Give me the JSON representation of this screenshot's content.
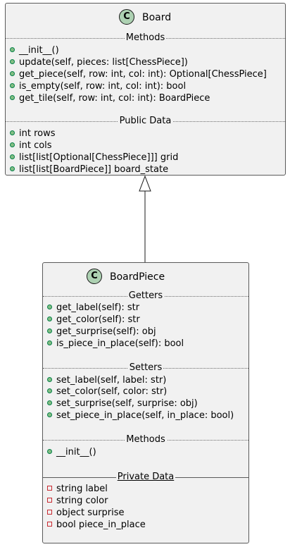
{
  "board": {
    "name": "Board",
    "stereotype_letter": "C",
    "sections": [
      {
        "label": "Methods",
        "members": [
          "__init__()",
          "update(self, pieces: list[ChessPiece])",
          "get_piece(self, row: int, col: int): Optional[ChessPiece]",
          "is_empty(self, row: int, col: int): bool",
          "get_tile(self, row: int, col: int): BoardPiece"
        ]
      },
      {
        "label": "Public Data",
        "members": [
          "int rows",
          "int cols",
          "list[list[Optional[ChessPiece]]] grid",
          "list[list[BoardPiece]] board_state"
        ]
      }
    ]
  },
  "boardpiece": {
    "name": "BoardPiece",
    "stereotype_letter": "C",
    "sections": [
      {
        "label": "Getters",
        "members": [
          "get_label(self): str",
          "get_color(self): str",
          "get_surprise(self): obj",
          "is_piece_in_place(self): bool"
        ]
      },
      {
        "label": "Setters",
        "members": [
          "set_label(self, label: str)",
          "set_color(self, color: str)",
          "set_surprise(self, surprise: obj)",
          "set_piece_in_place(self, in_place: bool)"
        ]
      },
      {
        "label": "Methods",
        "members": [
          "__init__()"
        ]
      },
      {
        "label": "Private Data",
        "members": [
          "string label",
          "string color",
          "object surprise",
          "bool piece_in_place"
        ]
      }
    ]
  }
}
